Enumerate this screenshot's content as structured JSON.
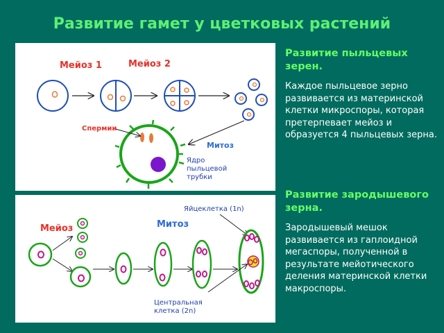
{
  "title": "Развитие гамет у цветковых растений",
  "pollen": {
    "heading": "Развитие пыльцевых зерен.",
    "text": "Каждое пыльцевое зерно развивается из материнской клетки микроспоры, которая претерпевает мейоз и образуется 4 пыльцевых зерна."
  },
  "embryo": {
    "heading": "Развитие зародышевого зерна.",
    "text": "Зародышевый мешок развивается из гаплоидной мегаспоры, полученной в результате мейотического деления материнской клетки макроспоры."
  },
  "diagram_top": {
    "meiosis1": "Мейоз 1",
    "meiosis2": "Мейоз 2",
    "sperm": "Спермии",
    "mitosis": "Митоз",
    "nucleus_line1": "Ядро",
    "nucleus_line2": "пыльцевой",
    "nucleus_line3": "трубки"
  },
  "diagram_bottom": {
    "meiosis": "Мейоз",
    "mitosis": "Митоз",
    "egg_cell": "Яйцеклетка (1n)",
    "central_line1": "Центральная",
    "central_line2": "клетка (2n)"
  },
  "colors": {
    "background": "#006b5e",
    "title": "#5cf075",
    "cell_outline_top": "#1f4fb8",
    "cell_outline_bottom": "#1aa51a",
    "nucleus": "#e87a3a",
    "nucleus_bottom": "#c0168c"
  }
}
